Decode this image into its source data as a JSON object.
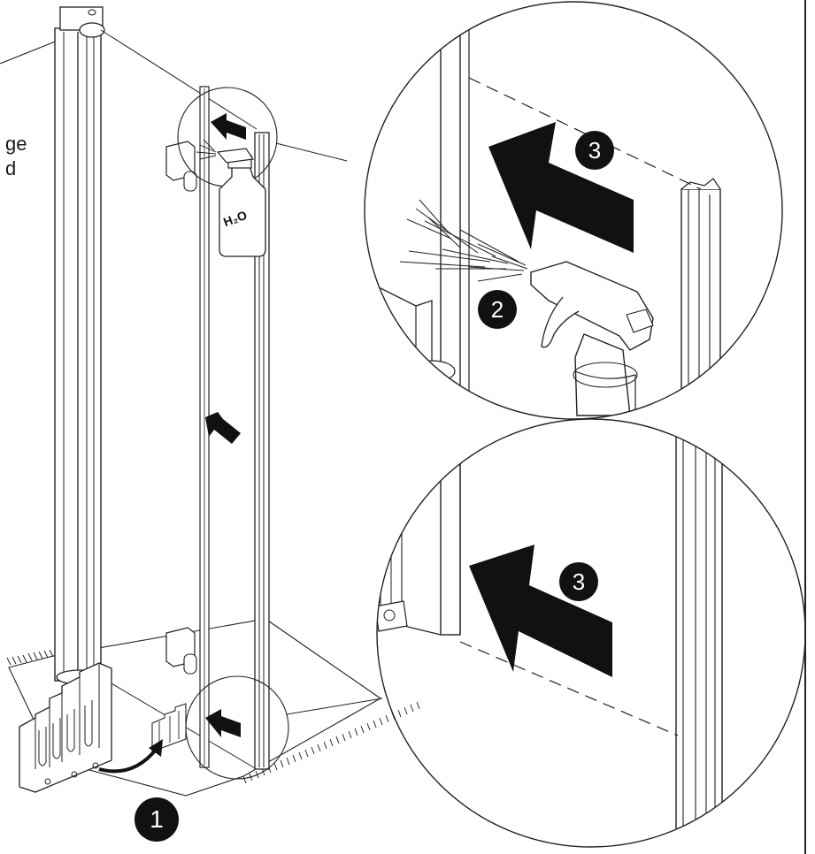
{
  "callout_text": {
    "line1": "ge",
    "line2": "d"
  },
  "bottle_label": "H₂O",
  "steps": {
    "step1": "1",
    "step2": "2",
    "step3_top": "3",
    "step3_bottom": "3"
  },
  "colors": {
    "ink": "#111111",
    "line": "#222222",
    "paper": "#ffffff",
    "profile_gray": "#e8e8e8"
  }
}
